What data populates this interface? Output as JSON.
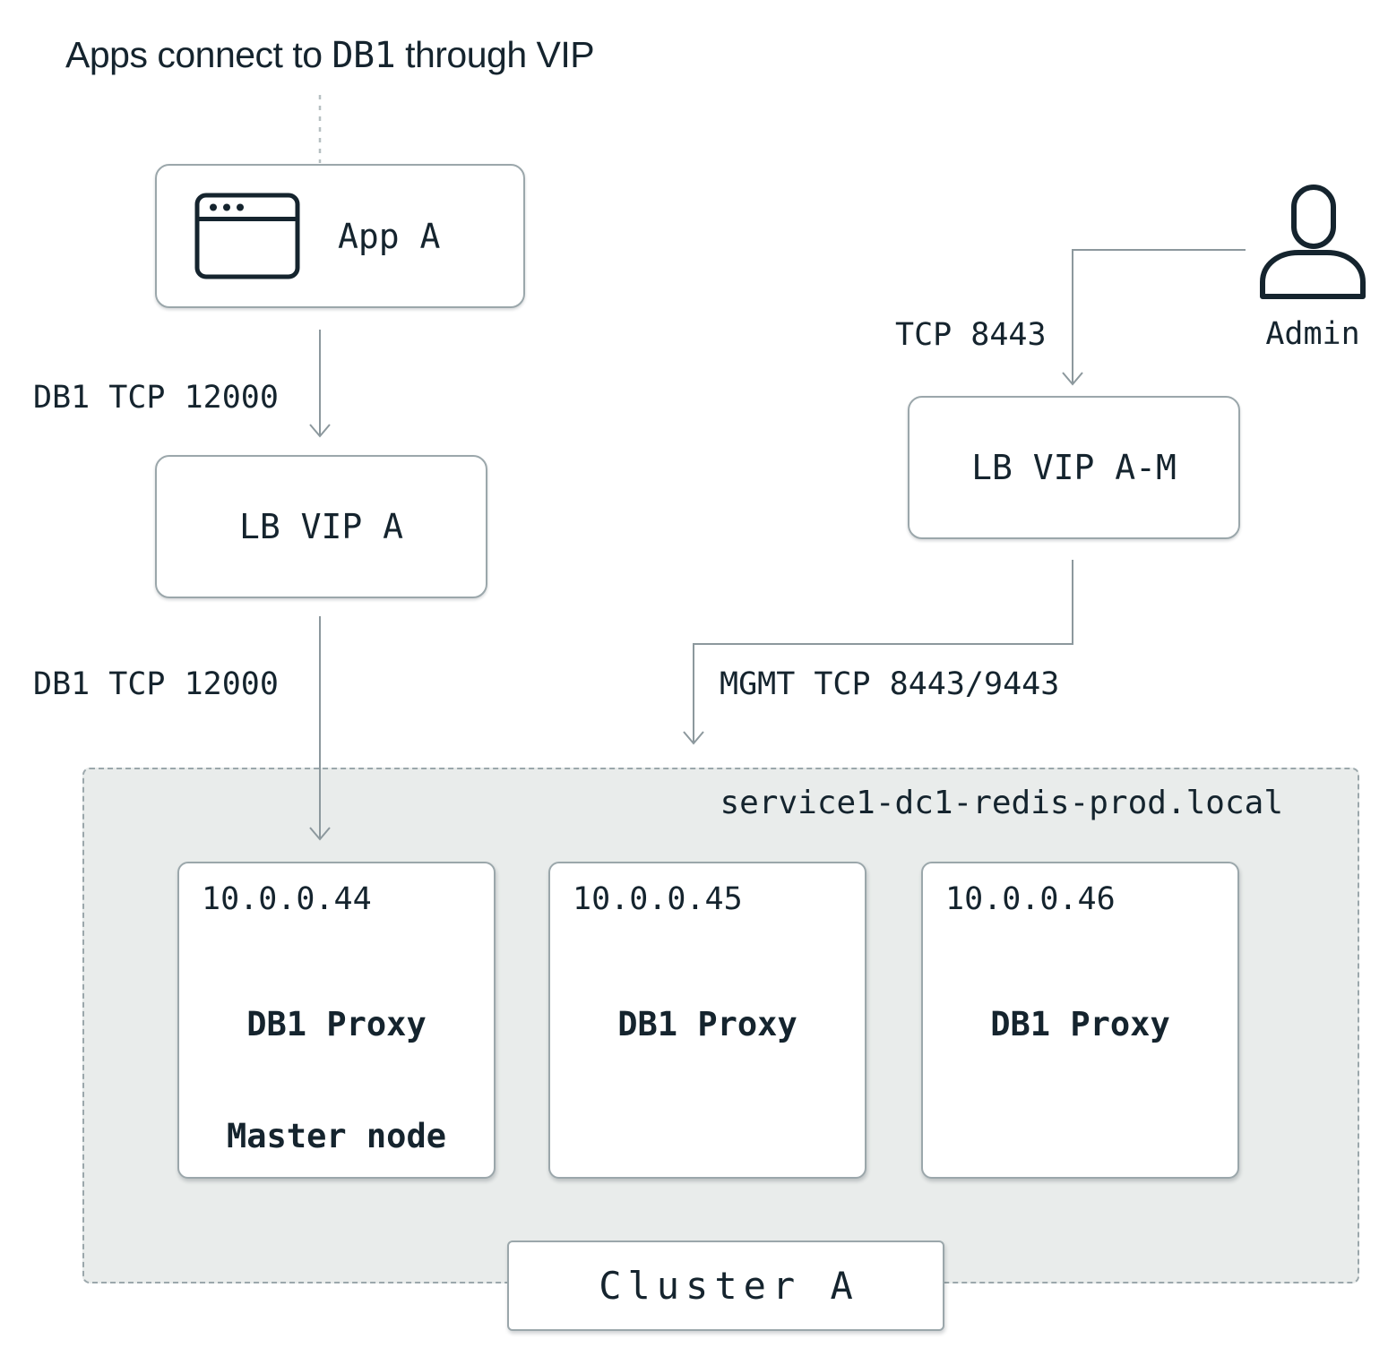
{
  "title": {
    "prefix": "Apps connect to ",
    "mono": "DB1",
    "suffix": " through VIP"
  },
  "nodes": {
    "app_a": {
      "label": "App A"
    },
    "lb_vip_a": {
      "label": "LB VIP A"
    },
    "lb_vip_am": {
      "label": "LB VIP A-M"
    },
    "admin": {
      "label": "Admin"
    }
  },
  "edges": {
    "app_to_lb": {
      "label": "DB1 TCP 12000"
    },
    "lb_to_cluster": {
      "label": "DB1 TCP 12000"
    },
    "admin_to_lbm": {
      "label": "TCP 8443"
    },
    "lbm_to_cluster": {
      "label": "MGMT TCP 8443/9443"
    }
  },
  "cluster": {
    "hostname": "service1-dc1-redis-prod.local",
    "label": "Cluster A",
    "nodes": [
      {
        "ip": "10.0.0.44",
        "role": "DB1 Proxy",
        "note": "Master node"
      },
      {
        "ip": "10.0.0.45",
        "role": "DB1 Proxy",
        "note": ""
      },
      {
        "ip": "10.0.0.46",
        "role": "DB1 Proxy",
        "note": ""
      }
    ]
  },
  "colors": {
    "ink": "#15242E",
    "line": "#8C989D",
    "border": "#9BA7AB",
    "cluster_background": "#E9ECEB"
  }
}
